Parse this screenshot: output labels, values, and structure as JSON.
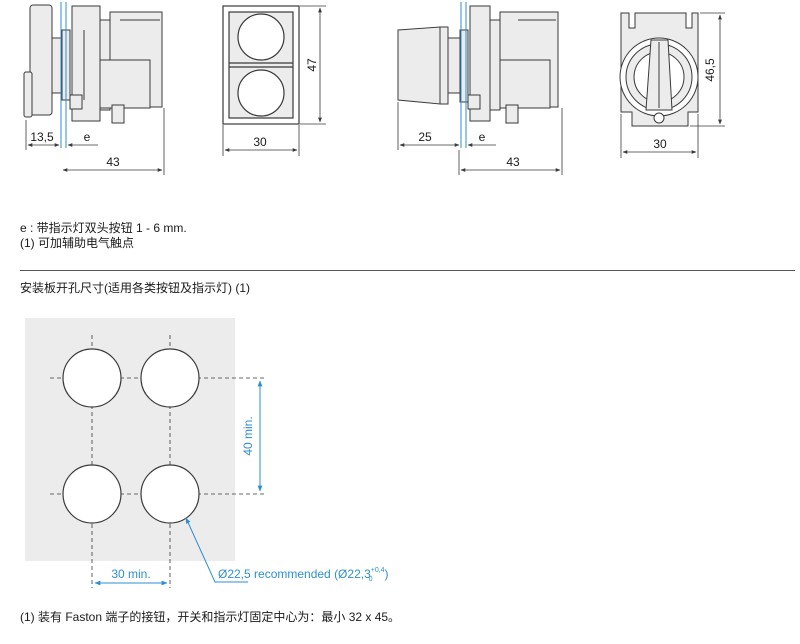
{
  "dims": {
    "d1_13_5": "13,5",
    "d1_e": "e",
    "d1_43": "43",
    "d2_30": "30",
    "d2_47": "47",
    "d3_25": "25",
    "d3_e": "e",
    "d3_43": "43",
    "d4_46_5": "46,5",
    "d4_30": "30"
  },
  "notes": {
    "e_note": "e : 带指示灯双头按钮 1 - 6 mm.",
    "aux_note": "(1) 可加辅助电气触点"
  },
  "section_title": "安装板开孔尺寸(适用各类按钮及指示灯) (1)",
  "cutout": {
    "vertical_dim": "40 min.",
    "horizontal_dim": "30 min.",
    "diameter_main": "Ø22,5 recommended (Ø22,3",
    "tol_sup": "+0,4",
    "tol_sub": "0",
    "diameter_close": ")"
  },
  "footnote": "(1) 装有 Faston 端子的接钮，开关和指示灯固定中心为：最小 32 x 45。",
  "colors": {
    "line": "#3a3a3a",
    "accent": "#2f8fd0",
    "panel": "#ececec"
  }
}
